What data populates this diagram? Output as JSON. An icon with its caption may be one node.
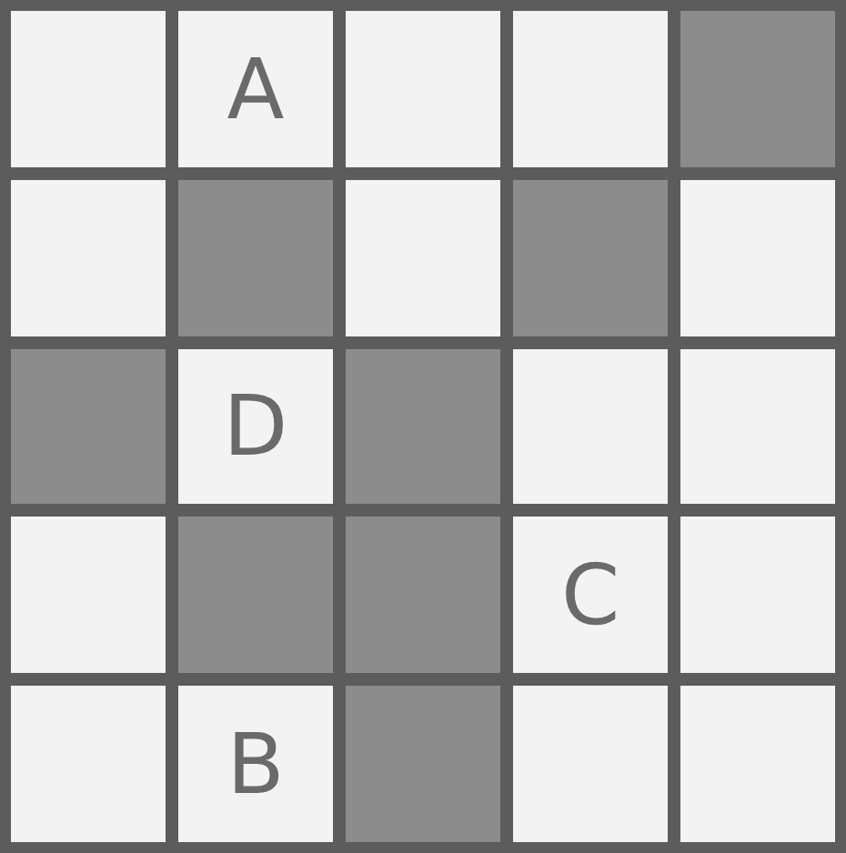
{
  "diagram": {
    "labels": [
      "A",
      "D",
      "C",
      "B"
    ]
  }
}
